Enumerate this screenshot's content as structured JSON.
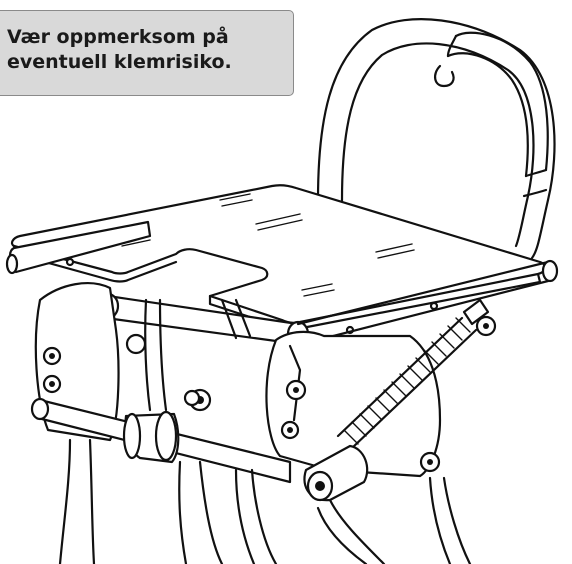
{
  "callout": {
    "line1": "Vær oppmerksom på",
    "line2": "eventuell klemrisiko."
  },
  "icons": {
    "drawing": "shower-chair-mechanism-illustration"
  },
  "colors": {
    "callout_background": "#d9d9d9",
    "callout_border": "#8a8a8a",
    "line": "#111111"
  }
}
